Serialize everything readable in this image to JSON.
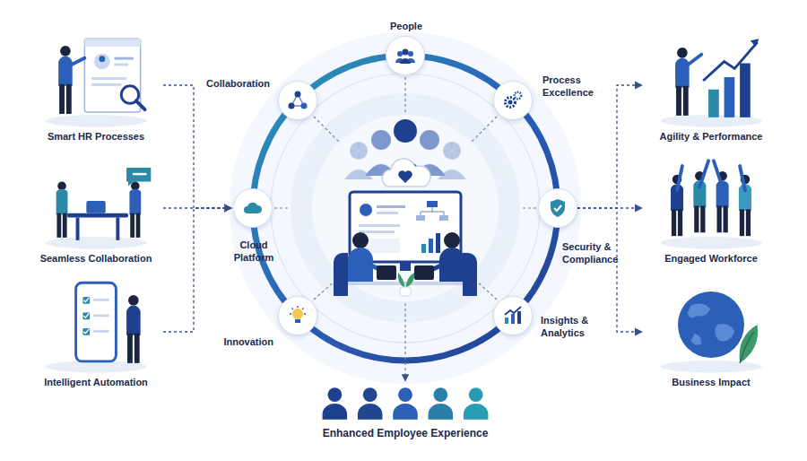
{
  "diagram": {
    "nodes": [
      {
        "text": [
          "People"
        ]
      },
      {
        "text": [
          "Collaboration"
        ]
      },
      {
        "text": [
          "Process Excellence"
        ]
      },
      {
        "text": [
          "Smart HR Processes"
        ]
      },
      {
        "text": [
          "Agility & Performance"
        ]
      },
      {
        "text": [
          "Cloud Platform"
        ]
      },
      {
        "text": [
          "Security & Compliance"
        ]
      },
      {
        "text": [
          "Seamless Collaboration"
        ]
      },
      {
        "text": [
          "Engaged Workforce"
        ]
      },
      {
        "text": [
          "Intelligent Automation"
        ]
      },
      {
        "text": [
          "Innovation"
        ]
      },
      {
        "text": [
          "Insights & Analytics"
        ]
      },
      {
        "text": [
          "Business Impact"
        ]
      },
      {
        "text": [
          "Enhanced Employee Experience"
        ]
      }
    ],
    "edges": [
      {
        "from": 3,
        "to": 5,
        "arrow": "to"
      },
      {
        "from": 7,
        "to": 5,
        "arrow": "to"
      },
      {
        "from": 9,
        "to": 5,
        "arrow": "to"
      },
      {
        "from": 6,
        "to": 4,
        "arrow": "to"
      },
      {
        "from": 6,
        "to": 8,
        "arrow": "to"
      },
      {
        "from": 6,
        "to": 12,
        "arrow": "to"
      }
    ]
  }
}
